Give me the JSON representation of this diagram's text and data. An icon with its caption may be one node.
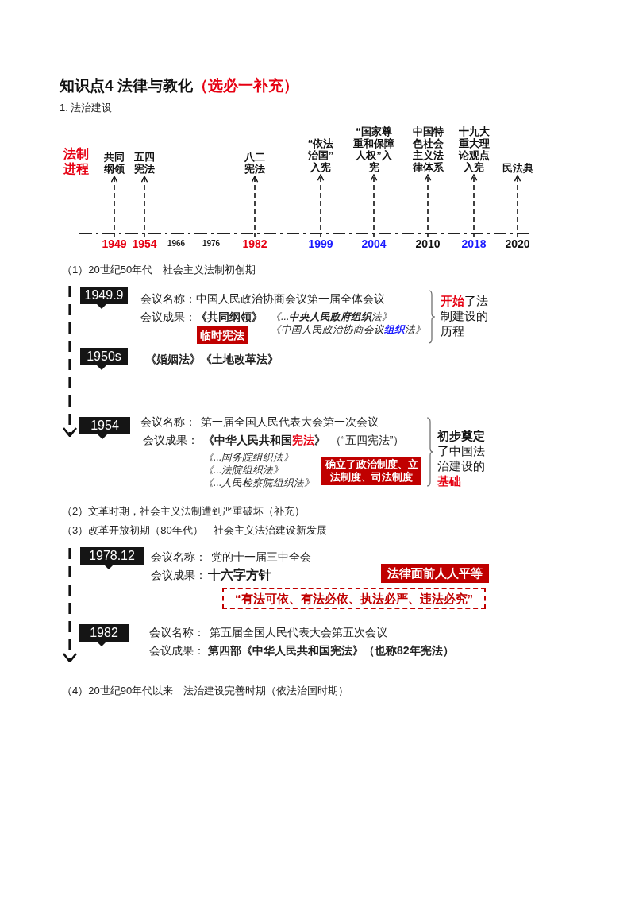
{
  "diagram": {
    "title": "知识点4 法律与教化",
    "nodes": [
      {
        "text": [
          "共同纲领"
        ]
      },
      {
        "text": [
          "五四宪法"
        ]
      },
      {
        "text": [
          "八二宪法"
        ]
      },
      {
        "text": [
          "“依法治国”入宪"
        ]
      },
      {
        "text": [
          "“国家尊重和保障人权”入宪"
        ]
      },
      {
        "text": [
          "中国特色社会主义法律体系"
        ]
      },
      {
        "text": [
          "十九大重大理论观点入宪"
        ]
      },
      {
        "text": [
          "民法典"
        ]
      },
      {
        "text": [
          "1949"
        ]
      },
      {
        "text": [
          "1954"
        ]
      },
      {
        "text": [
          "1982"
        ]
      },
      {
        "text": [
          "1999"
        ]
      },
      {
        "text": [
          "2004"
        ]
      },
      {
        "text": [
          "2010"
        ]
      },
      {
        "text": [
          "2018"
        ]
      },
      {
        "text": [
          "2020"
        ]
      },
      {
        "text": [
          "1949.9"
        ]
      },
      {
        "text": [
          "临时宪法"
        ]
      },
      {
        "text": [
          "1950s"
        ]
      },
      {
        "text": [
          "1954"
        ]
      },
      {
        "text": [
          "确立了政治制度、立法制度、司法制度"
        ]
      },
      {
        "text": [
          "1978.12"
        ]
      },
      {
        "text": [
          "法律面前人人平等"
        ]
      },
      {
        "text": [
          "“有法可依、有法必依、执法必严、违法必究”"
        ]
      },
      {
        "text": [
          "1982"
        ]
      }
    ],
    "edges": [
      {
        "from": 8,
        "to": 0,
        "arrow": "to",
        "style": "dashed"
      },
      {
        "from": 9,
        "to": 1,
        "arrow": "to",
        "style": "dashed"
      },
      {
        "from": 10,
        "to": 2,
        "arrow": "to",
        "style": "dashed"
      },
      {
        "from": 11,
        "to": 3,
        "arrow": "to",
        "style": "dashed"
      },
      {
        "from": 12,
        "to": 4,
        "arrow": "to",
        "style": "dashed"
      },
      {
        "from": 13,
        "to": 5,
        "arrow": "to",
        "style": "dashed"
      },
      {
        "from": 14,
        "to": 6,
        "arrow": "to",
        "style": "dashed"
      },
      {
        "from": 15,
        "to": 7,
        "arrow": "to",
        "style": "dashed"
      }
    ],
    "labels": [
      "（选必一补充）",
      "1. 法治建设",
      "法制进程",
      "1966",
      "1976",
      "（1）20世纪50年代　社会主义法制初创期",
      "会议名称：",
      "中国人民政治协商会议第一届全体会议",
      "会议成果：",
      "《共同纲领》",
      "《...**中央人民政府组织**法》",
      "《中国人民政治协商会议**组织**法》",
      "**开始**了法制建设的历程",
      "《婚姻法》《土地改革法》",
      "会议名称：",
      "第一届全国人民代表大会第一次会议",
      "会议成果：",
      "《中华人民共和国**宪法**》",
      "（“五四宪法”）",
      "《...国务院组织法》",
      "《...法院组织法》",
      "《...人民检察院组织法》",
      "**初步奠定**了中国法治建设的**基础**",
      "（2）文革时期，社会主义法制遭到严重破坏",
      "（补充）",
      "（3）改革开放初期（80年代）　社会主义法治建设新发展",
      "会议名称：",
      "党的十一届三中全会",
      "会议成果：",
      "十六字方针",
      "会议名称：",
      "第五届全国人民代表大会第五次会议",
      "会议成果：",
      "第四部《中华人民共和国宪法》（也称82年宪法）",
      "（4）20世纪90年代以来　法治建设完善时期（依法治国时期）"
    ]
  }
}
